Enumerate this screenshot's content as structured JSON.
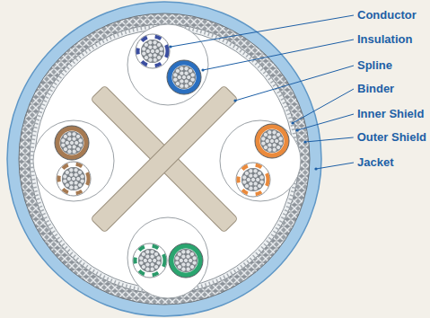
{
  "diagram": {
    "labels": [
      "Conductor",
      "Insulation",
      "Spline",
      "Binder",
      "Inner Shield",
      "Outer Shield",
      "Jacket"
    ]
  }
}
